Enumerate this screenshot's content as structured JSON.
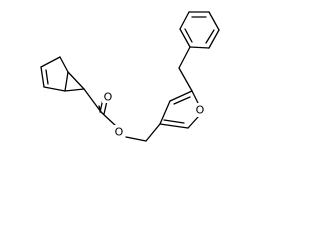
{
  "molecule": {
    "atom_labels": {
      "carbonyl_oxygen": "O",
      "ester_oxygen": "O",
      "furan_oxygen": "O"
    },
    "colors": {
      "bond": "#000000",
      "background": "#ffffff"
    }
  }
}
